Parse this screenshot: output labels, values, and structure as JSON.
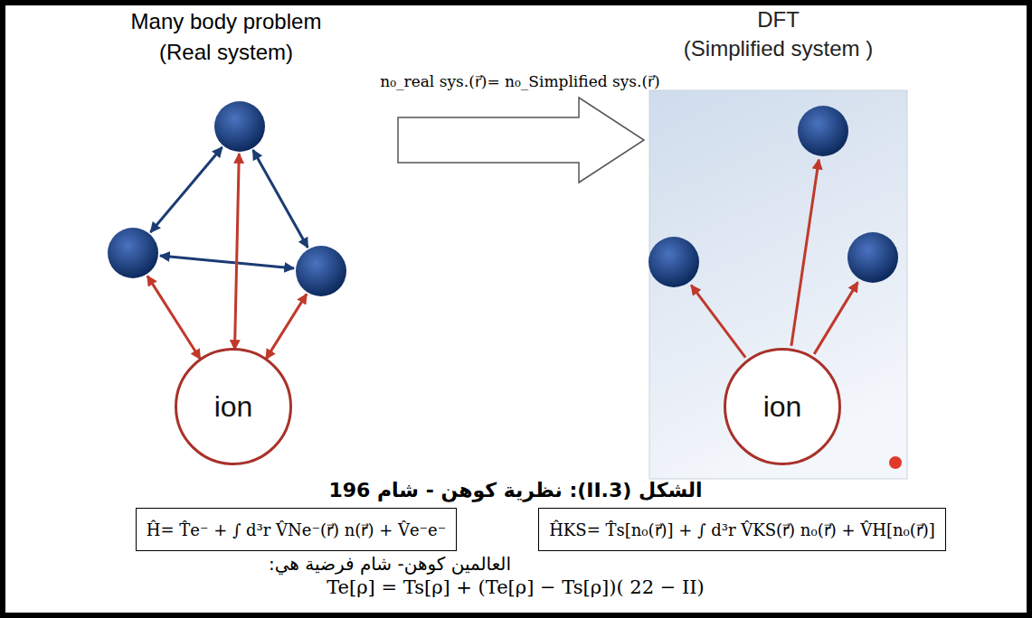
{
  "diagram": {
    "caption": "الشكل (3.II): نظرية كوهن - شام 196",
    "nodes": [
      {
        "text": [
          "ion"
        ]
      },
      {
        "text": [
          "DFT",
          "(Simplified system )"
        ]
      },
      {
        "text": [
          "ion"
        ],
        "in": 1
      },
      {
        "text": [
          "Ĥ= T̂e⁻ + ∫ d³r V̂Ne⁻(r⃗) n(r⃗) + V̂e⁻e⁻"
        ]
      },
      {
        "text": [
          "ĤKS= T̂s[n₀(r⃗)] + ∫ d³r V̂KS(r⃗) n₀(r⃗) + V̂H[n₀(r⃗)]"
        ]
      }
    ],
    "labels": [
      "Many body problem",
      "(Real system)",
      "n₀_real sys.(r⃗)= n₀_Simplified sys.(r⃗)",
      "العالمين كوهن- شام فرضية هي:",
      "Te[ρ] = Ts[ρ] + (Te[ρ] − Ts[ρ])( 22 − II)"
    ]
  }
}
